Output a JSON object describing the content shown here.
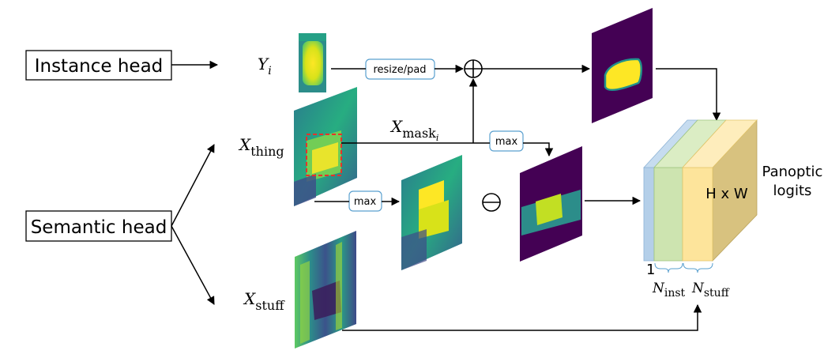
{
  "nodes": {
    "instance_head": "Instance head",
    "semantic_head": "Semantic head"
  },
  "ops": {
    "resize_pad": "resize/pad",
    "max_top": "max",
    "max_bottom": "max"
  },
  "symbols": {
    "plus": "⊕",
    "minus": "⊖"
  },
  "math": {
    "y_i": "Y",
    "y_i_sub": "i",
    "x_thing": "X",
    "x_thing_sub": "thing",
    "x_mask": "X",
    "x_mask_sub": "mask",
    "x_mask_subsub": "i",
    "x_stuff": "X",
    "x_stuff_sub": "stuff",
    "n_inst": "N",
    "n_inst_sub": "inst",
    "n_stuff": "N",
    "n_stuff_sub": "stuff"
  },
  "output": {
    "label_line1": "Panoptic",
    "label_line2": "logits",
    "dims": "H x W",
    "one": "1"
  },
  "colors": {
    "viridis_dark": "#440154",
    "viridis_teal": "#21918c",
    "viridis_yellow": "#fde725",
    "block_blue": "#b4cfe9",
    "block_green": "#cde4b0",
    "block_yellow": "#fde49b",
    "block_tan": "#d8c27f",
    "crop_red": "#e8312a"
  }
}
